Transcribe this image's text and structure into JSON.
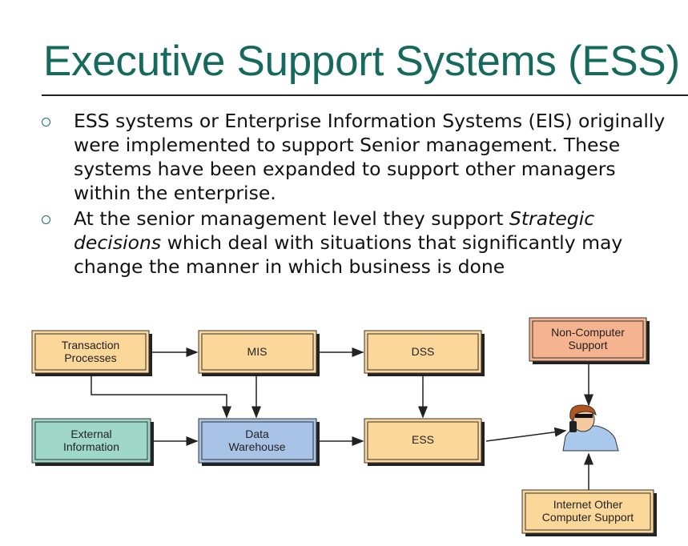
{
  "title": "Executive Support Systems (ESS)",
  "bullets": [
    {
      "text": "ESS systems or Enterprise Information Systems (EIS) originally were implemented to support Senior management. These systems have been expanded to support other managers within the enterprise."
    },
    {
      "pre": "At the senior management level they support ",
      "em": "Strategic decisions",
      "post": " which deal with situations that significantly may change the manner in which business is done"
    }
  ],
  "diagram": {
    "transaction": [
      "Transaction",
      "Processes"
    ],
    "mis": "MIS",
    "dss": "DSS",
    "external": [
      "External",
      "Information"
    ],
    "warehouse": [
      "Data",
      "Warehouse"
    ],
    "ess": "ESS",
    "noncomputer": [
      "Non-Computer",
      "Support"
    ],
    "internet": [
      "Internet Other",
      "Computer Support"
    ]
  },
  "colors": {
    "title": "#16695d",
    "tan": "#fcd79a",
    "teal": "#9fd8c8",
    "blue": "#a9c3e6",
    "salmon": "#f6b38f"
  }
}
